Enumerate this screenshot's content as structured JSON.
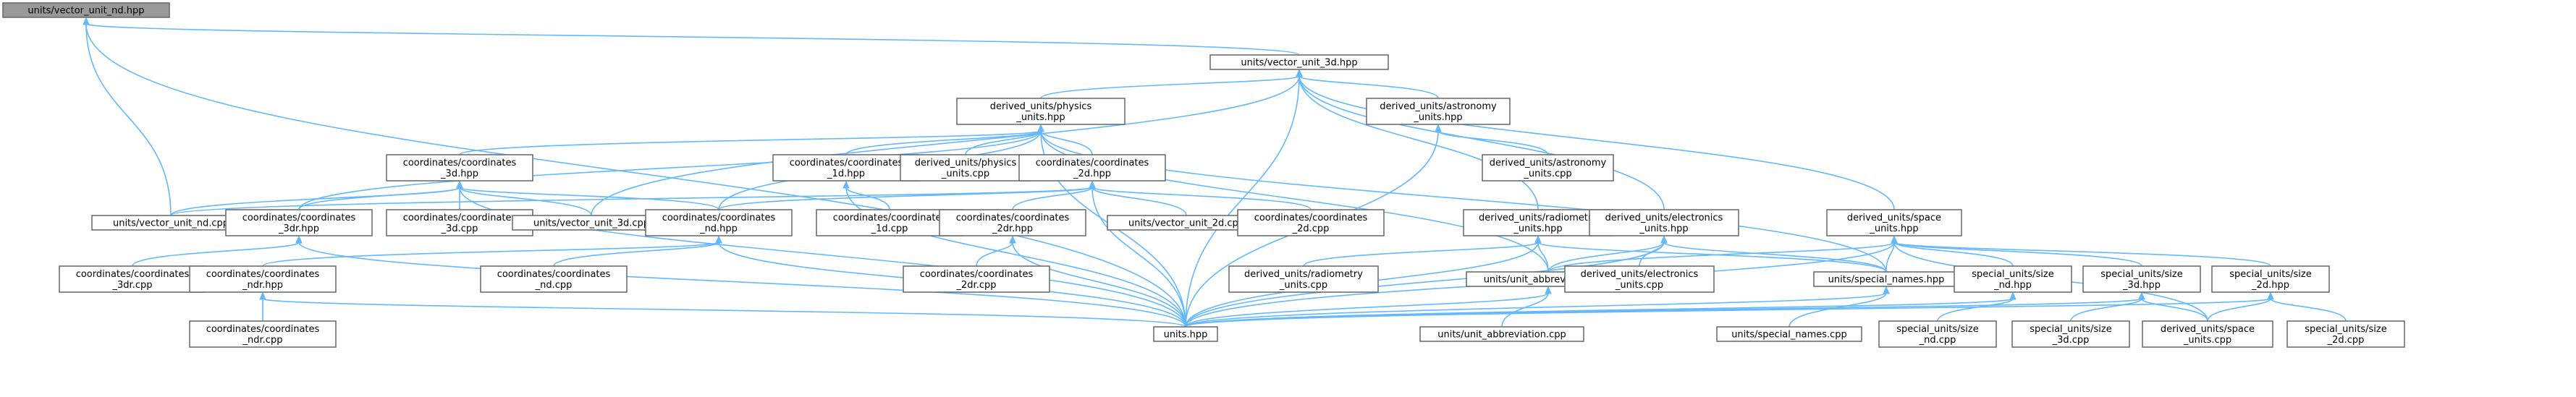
{
  "diagram": {
    "type": "include-dependency-graph",
    "colors": {
      "node_fill": "#ffffff",
      "root_fill": "#999999",
      "node_border": "#666666",
      "edge": "#63b8ff",
      "text": "#000000"
    },
    "nodes": [
      {
        "id": "root",
        "lines": [
          "units/vector_unit_nd.hpp"
        ],
        "root": true
      },
      {
        "id": "v3d",
        "lines": [
          "units/vector_unit_3d.hpp"
        ]
      },
      {
        "id": "phys",
        "lines": [
          "derived_units/physics",
          "_units.hpp"
        ]
      },
      {
        "id": "astro",
        "lines": [
          "derived_units/astronomy",
          "_units.hpp"
        ]
      },
      {
        "id": "astro_cpp",
        "lines": [
          "derived_units/astronomy",
          "_units.cpp"
        ]
      },
      {
        "id": "c3d",
        "lines": [
          "coordinates/coordinates",
          "_3d.hpp"
        ]
      },
      {
        "id": "c1d",
        "lines": [
          "coordinates/coordinates",
          "_1d.hpp"
        ]
      },
      {
        "id": "phys_cpp",
        "lines": [
          "derived_units/physics",
          "_units.cpp"
        ]
      },
      {
        "id": "c2d",
        "lines": [
          "coordinates/coordinates",
          "_2d.hpp"
        ]
      },
      {
        "id": "radio",
        "lines": [
          "derived_units/radiometry",
          "_units.hpp"
        ]
      },
      {
        "id": "elec",
        "lines": [
          "derived_units/electronics",
          "_units.hpp"
        ]
      },
      {
        "id": "space",
        "lines": [
          "derived_units/space",
          "_units.hpp"
        ]
      },
      {
        "id": "vnd_cpp",
        "lines": [
          "units/vector_unit_nd.cpp"
        ]
      },
      {
        "id": "c3dr",
        "lines": [
          "coordinates/coordinates",
          "_3dr.hpp"
        ]
      },
      {
        "id": "c3d_cpp",
        "lines": [
          "coordinates/coordinates",
          "_3d.cpp"
        ]
      },
      {
        "id": "v3d_cpp",
        "lines": [
          "units/vector_unit_3d.cpp"
        ]
      },
      {
        "id": "cnd",
        "lines": [
          "coordinates/coordinates",
          "_nd.hpp"
        ]
      },
      {
        "id": "c1d_cpp",
        "lines": [
          "coordinates/coordinates",
          "_1d.cpp"
        ]
      },
      {
        "id": "c2dr",
        "lines": [
          "coordinates/coordinates",
          "_2dr.hpp"
        ]
      },
      {
        "id": "v2d_cpp",
        "lines": [
          "units/vector_unit_2d.cpp"
        ]
      },
      {
        "id": "c2d_cpp",
        "lines": [
          "coordinates/coordinates",
          "_2d.cpp"
        ]
      },
      {
        "id": "c3dr_cpp",
        "lines": [
          "coordinates/coordinates",
          "_3dr.cpp"
        ]
      },
      {
        "id": "cndr",
        "lines": [
          "coordinates/coordinates",
          "_ndr.hpp"
        ]
      },
      {
        "id": "cnd_cpp",
        "lines": [
          "coordinates/coordinates",
          "_nd.cpp"
        ]
      },
      {
        "id": "c2dr_cpp",
        "lines": [
          "coordinates/coordinates",
          "_2dr.cpp"
        ]
      },
      {
        "id": "radio_cpp",
        "lines": [
          "derived_units/radiometry",
          "_units.cpp"
        ]
      },
      {
        "id": "abbr",
        "lines": [
          "units/unit_abbreviation.hpp"
        ]
      },
      {
        "id": "elec_cpp",
        "lines": [
          "derived_units/electronics",
          "_units.cpp"
        ]
      },
      {
        "id": "special",
        "lines": [
          "units/special_names.hpp"
        ]
      },
      {
        "id": "snd",
        "lines": [
          "special_units/size",
          "_nd.hpp"
        ]
      },
      {
        "id": "s3d",
        "lines": [
          "special_units/size",
          "_3d.hpp"
        ]
      },
      {
        "id": "s2d",
        "lines": [
          "special_units/size",
          "_2d.hpp"
        ]
      },
      {
        "id": "cndr_cpp",
        "lines": [
          "coordinates/coordinates",
          "_ndr.cpp"
        ]
      },
      {
        "id": "units",
        "lines": [
          "units.hpp"
        ]
      },
      {
        "id": "abbr_cpp",
        "lines": [
          "units/unit_abbreviation.cpp"
        ]
      },
      {
        "id": "special_cpp",
        "lines": [
          "units/special_names.cpp"
        ]
      },
      {
        "id": "snd_cpp",
        "lines": [
          "special_units/size",
          "_nd.cpp"
        ]
      },
      {
        "id": "s3d_cpp",
        "lines": [
          "special_units/size",
          "_3d.cpp"
        ]
      },
      {
        "id": "space_cpp",
        "lines": [
          "derived_units/space",
          "_units.cpp"
        ]
      },
      {
        "id": "s2d_cpp",
        "lines": [
          "special_units/size",
          "_2d.cpp"
        ]
      }
    ],
    "edges": [
      [
        "root",
        "v3d"
      ],
      [
        "root",
        "vnd_cpp"
      ],
      [
        "root",
        "units"
      ],
      [
        "v3d",
        "phys"
      ],
      [
        "v3d",
        "astro"
      ],
      [
        "v3d",
        "v3d_cpp"
      ],
      [
        "v3d",
        "radio"
      ],
      [
        "v3d",
        "elec"
      ],
      [
        "v3d",
        "space"
      ],
      [
        "v3d",
        "units"
      ],
      [
        "phys",
        "c3d"
      ],
      [
        "phys",
        "c1d"
      ],
      [
        "phys",
        "phys_cpp"
      ],
      [
        "phys",
        "c2d"
      ],
      [
        "phys",
        "cnd"
      ],
      [
        "phys",
        "c3dr"
      ],
      [
        "phys",
        "abbr"
      ],
      [
        "phys",
        "special"
      ],
      [
        "phys",
        "units"
      ],
      [
        "astro",
        "astro_cpp"
      ],
      [
        "astro",
        "units"
      ],
      [
        "c3d",
        "vnd_cpp"
      ],
      [
        "c3d",
        "c3dr"
      ],
      [
        "c3d",
        "c3d_cpp"
      ],
      [
        "c3d",
        "v3d_cpp"
      ],
      [
        "c3d",
        "cnd"
      ],
      [
        "c3d",
        "units"
      ],
      [
        "c1d",
        "c1d_cpp"
      ],
      [
        "c1d",
        "units"
      ],
      [
        "c2d",
        "vnd_cpp"
      ],
      [
        "c2d",
        "cnd"
      ],
      [
        "c2d",
        "c2dr"
      ],
      [
        "c2d",
        "v2d_cpp"
      ],
      [
        "c2d",
        "c2d_cpp"
      ],
      [
        "c2d",
        "units"
      ],
      [
        "c3dr",
        "c3dr_cpp"
      ],
      [
        "c3dr",
        "units"
      ],
      [
        "cnd",
        "cndr"
      ],
      [
        "cnd",
        "cnd_cpp"
      ],
      [
        "cnd",
        "units"
      ],
      [
        "c2dr",
        "c2dr_cpp"
      ],
      [
        "c2dr",
        "units"
      ],
      [
        "cndr",
        "cndr_cpp"
      ],
      [
        "cndr",
        "units"
      ],
      [
        "radio",
        "radio_cpp"
      ],
      [
        "radio",
        "abbr"
      ],
      [
        "radio",
        "special"
      ],
      [
        "radio",
        "units"
      ],
      [
        "elec",
        "elec_cpp"
      ],
      [
        "elec",
        "abbr"
      ],
      [
        "elec",
        "special"
      ],
      [
        "elec",
        "units"
      ],
      [
        "space",
        "abbr"
      ],
      [
        "space",
        "special"
      ],
      [
        "space",
        "snd"
      ],
      [
        "space",
        "s3d"
      ],
      [
        "space",
        "s2d"
      ],
      [
        "space",
        "space_cpp"
      ],
      [
        "space",
        "units"
      ],
      [
        "abbr",
        "abbr_cpp"
      ],
      [
        "abbr",
        "units"
      ],
      [
        "special",
        "special_cpp"
      ],
      [
        "special",
        "units"
      ],
      [
        "snd",
        "snd_cpp"
      ],
      [
        "snd",
        "units"
      ],
      [
        "s3d",
        "s3d_cpp"
      ],
      [
        "s3d",
        "space_cpp"
      ],
      [
        "s3d",
        "units"
      ],
      [
        "s2d",
        "s2d_cpp"
      ],
      [
        "s2d",
        "space_cpp"
      ],
      [
        "s2d",
        "units"
      ]
    ]
  }
}
